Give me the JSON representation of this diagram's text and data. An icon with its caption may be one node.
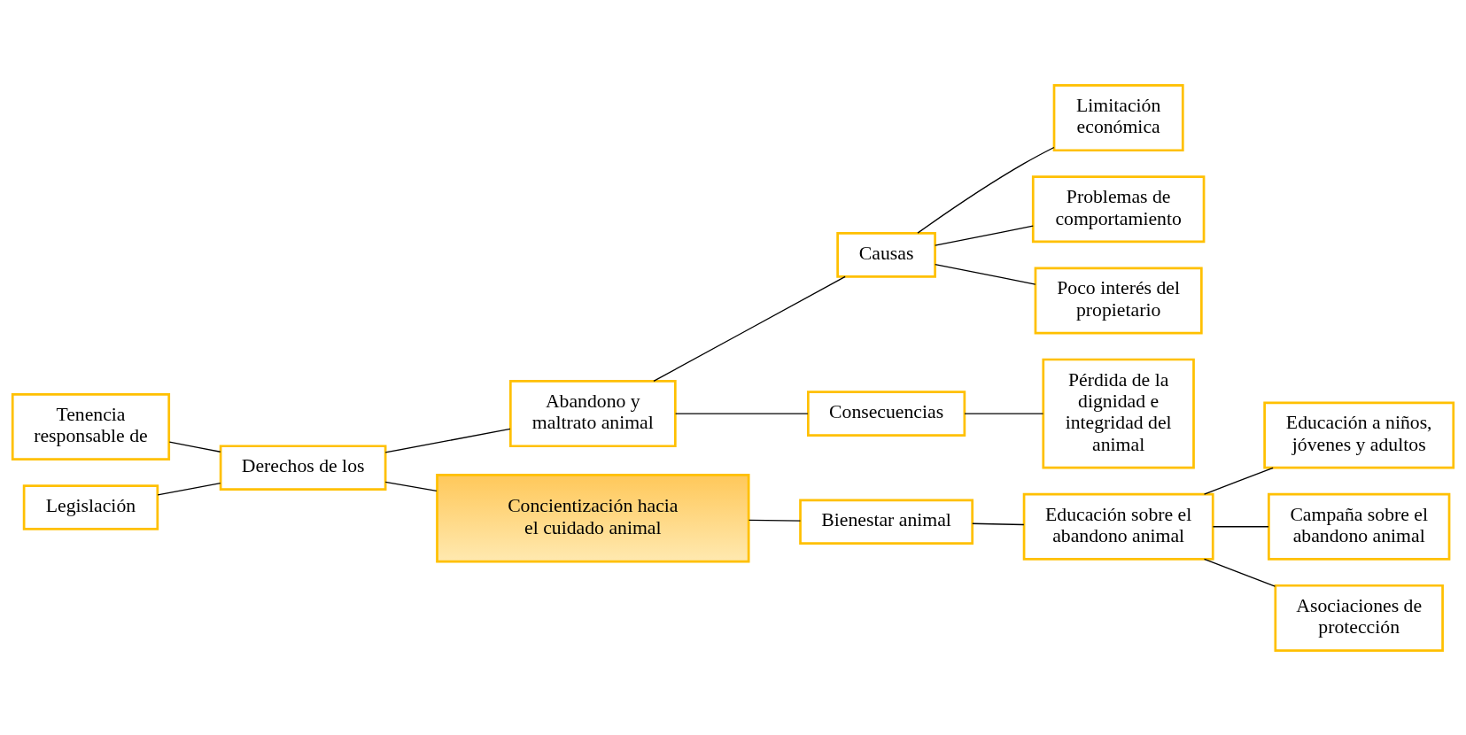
{
  "diagram": {
    "nodes": [
      {
        "text": [
          "Tenencia responsable de"
        ]
      },
      {
        "text": [
          "Legislación"
        ]
      },
      {
        "text": [
          "Causas"
        ]
      },
      {
        "text": [
          "Limitación económica"
        ]
      },
      {
        "text": [
          "Problemas de comportamiento"
        ]
      },
      {
        "text": [
          "Derechos de los"
        ]
      },
      {
        "text": [
          "Abandono y maltrato animal"
        ]
      },
      {
        "text": [
          "Poco interés del propietario"
        ]
      },
      {
        "text": [
          "Concientización hacia el cuidado animal"
        ]
      },
      {
        "text": [
          "Consecuencias"
        ]
      },
      {
        "text": [
          "Pérdida de la dignidad e integridad del animal"
        ]
      },
      {
        "text": [
          "Bienestar animal"
        ]
      },
      {
        "text": [
          "Educación sobre el abandono animal"
        ]
      },
      {
        "text": [
          "Educación a niños, jóvenes y adultos"
        ]
      },
      {
        "text": [
          "Campaña sobre el abandono animal"
        ]
      },
      {
        "text": [
          "Asociaciones de protección"
        ]
      }
    ],
    "edges": [
      {
        "from": 0,
        "to": 5,
        "arrow": "none"
      },
      {
        "from": 1,
        "to": 5,
        "arrow": "none"
      },
      {
        "from": 5,
        "to": 8,
        "arrow": "none"
      },
      {
        "from": 5,
        "to": 6,
        "arrow": "none"
      },
      {
        "from": 6,
        "to": 2,
        "arrow": "none"
      },
      {
        "from": 2,
        "to": 3,
        "arrow": "none"
      },
      {
        "from": 2,
        "to": 4,
        "arrow": "none"
      },
      {
        "from": 2,
        "to": 7,
        "arrow": "none"
      },
      {
        "from": 6,
        "to": 9,
        "arrow": "none"
      },
      {
        "from": 9,
        "to": 10,
        "arrow": "none"
      },
      {
        "from": 8,
        "to": 11,
        "arrow": "none"
      },
      {
        "from": 11,
        "to": 12,
        "arrow": "none"
      },
      {
        "from": 12,
        "to": 13,
        "arrow": "none"
      },
      {
        "from": 12,
        "to": 14,
        "arrow": "none"
      },
      {
        "from": 12,
        "to": 15,
        "arrow": "none"
      }
    ]
  }
}
